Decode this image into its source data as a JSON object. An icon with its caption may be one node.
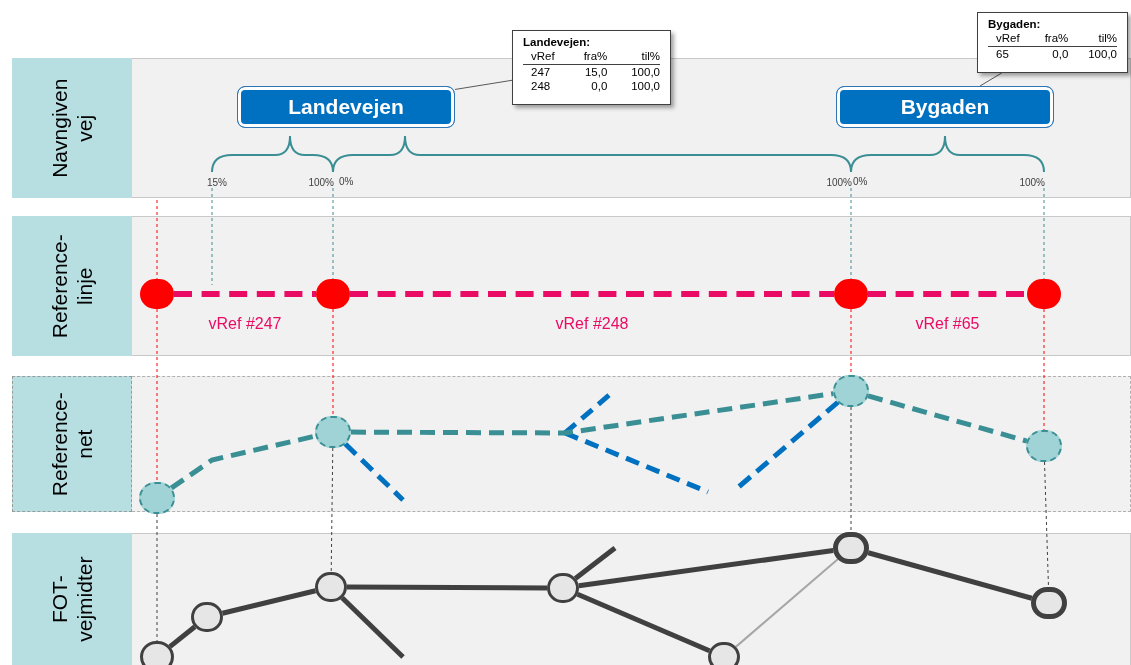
{
  "diagram": {
    "nodes": [
      {
        "text": [
          "Navngiven vej"
        ]
      },
      {
        "text": [
          "Reference- linje"
        ]
      },
      {
        "text": [
          "Reference- net"
        ]
      },
      {
        "text": [
          "FOT- vejmidter"
        ]
      },
      {
        "text": [
          "Landevejen"
        ]
      },
      {
        "text": [
          "Bygaden"
        ]
      },
      {
        "text": [
          "Landevejen:",
          "vRef",
          "fra%",
          "til%",
          "247",
          "15,0",
          "100,0",
          "248",
          "0,0",
          "100,0"
        ]
      },
      {
        "text": [
          "Bygaden:",
          "vRef",
          "fra%",
          "til%",
          "65",
          "0,0",
          "100,0"
        ]
      },
      {
        "text": [],
        "shape": "circle"
      },
      {
        "text": [],
        "shape": "circle"
      },
      {
        "text": [],
        "shape": "circle"
      },
      {
        "text": [],
        "shape": "circle"
      },
      {
        "text": [],
        "shape": "circle"
      },
      {
        "text": [],
        "shape": "circle"
      },
      {
        "text": [],
        "shape": "circle"
      },
      {
        "text": [],
        "shape": "circle"
      },
      {
        "text": [],
        "shape": "circle"
      },
      {
        "text": [],
        "shape": "circle"
      },
      {
        "text": [],
        "shape": "circle"
      },
      {
        "text": [],
        "shape": "circle"
      },
      {
        "text": [],
        "shape": "circle"
      },
      {
        "text": [],
        "shape": "circle"
      },
      {
        "text": [],
        "shape": "circle"
      },
      {
        "text": [
          "15%"
        ]
      },
      {
        "text": [
          "100%"
        ]
      },
      {
        "text": [
          "100%"
        ]
      },
      {
        "text": [
          "100%"
        ]
      }
    ],
    "edges": [
      {
        "from": 6,
        "to": 4,
        "arrow": "none",
        "color": "#595959"
      },
      {
        "from": 7,
        "to": 5,
        "arrow": "none",
        "color": "#595959"
      },
      {
        "from": 8,
        "to": 9,
        "arrow": "none",
        "label": "vRef #247",
        "style": "dashed",
        "color": "#ea0b64"
      },
      {
        "from": 9,
        "to": 10,
        "arrow": "none",
        "label": "vRef #248",
        "style": "dashed",
        "color": "#ea0b64"
      },
      {
        "from": 10,
        "to": 11,
        "arrow": "none",
        "label": "vRef #65",
        "style": "dashed",
        "color": "#ea0b64"
      },
      {
        "from": 12,
        "to": 13,
        "arrow": "none",
        "style": "dashed",
        "color": "#3a8f94"
      },
      {
        "from": 13,
        "to": 14,
        "arrow": "none",
        "style": "dashed",
        "color": "#3a8f94"
      },
      {
        "from": 14,
        "to": 15,
        "arrow": "none",
        "style": "dashed",
        "color": "#3a8f94"
      },
      {
        "from": 13,
        "to": null,
        "arrow": "none",
        "style": "dashed",
        "color": "#0070c0"
      },
      {
        "from": 14,
        "to": null,
        "arrow": "none",
        "style": "dashed",
        "color": "#0070c0"
      },
      {
        "from": 16,
        "to": 17,
        "arrow": "none",
        "style": "thick"
      },
      {
        "from": 17,
        "to": 18,
        "arrow": "none",
        "style": "thick"
      },
      {
        "from": 18,
        "to": 19,
        "arrow": "none",
        "style": "thick"
      },
      {
        "from": 19,
        "to": 21,
        "arrow": "none",
        "style": "thick"
      },
      {
        "from": 19,
        "to": 20,
        "arrow": "none",
        "style": "thick"
      },
      {
        "from": 20,
        "to": 21,
        "arrow": "none",
        "color": "#a6a6a6"
      },
      {
        "from": 21,
        "to": 22,
        "arrow": "none",
        "style": "thick"
      },
      {
        "from": 18,
        "to": null,
        "arrow": "none",
        "style": "thick"
      },
      {
        "from": 19,
        "to": null,
        "arrow": "none",
        "style": "thick"
      },
      {
        "from": 8,
        "to": 12,
        "arrow": "none",
        "style": "dashed",
        "color": "#ff0000"
      },
      {
        "from": 9,
        "to": 13,
        "arrow": "none",
        "style": "dashed",
        "color": "#ff0000"
      },
      {
        "from": 10,
        "to": 14,
        "arrow": "none",
        "style": "dashed",
        "color": "#ff0000"
      },
      {
        "from": 11,
        "to": 15,
        "arrow": "none",
        "style": "dashed",
        "color": "#ff0000"
      },
      {
        "from": 12,
        "to": 16,
        "arrow": "none",
        "style": "dashed"
      },
      {
        "from": 13,
        "to": 18,
        "arrow": "none",
        "style": "dashed"
      },
      {
        "from": 14,
        "to": 21,
        "arrow": "none",
        "style": "dashed"
      },
      {
        "from": 15,
        "to": 22,
        "arrow": "none",
        "style": "dashed"
      },
      {
        "from": null,
        "to": 8,
        "arrow": "none",
        "style": "dashed",
        "color": "#ff0000"
      },
      {
        "from": 24,
        "to": 9,
        "arrow": "none",
        "style": "dashed",
        "color": "#3a8f94"
      },
      {
        "from": 25,
        "to": 10,
        "arrow": "none",
        "style": "dashed",
        "color": "#3a8f94"
      },
      {
        "from": 26,
        "to": 11,
        "arrow": "none",
        "style": "dashed",
        "color": "#3a8f94"
      },
      {
        "from": 23,
        "to": null,
        "arrow": "none",
        "style": "dashed",
        "color": "#3a8f94"
      }
    ],
    "labels": [
      "0%",
      "0%"
    ]
  }
}
